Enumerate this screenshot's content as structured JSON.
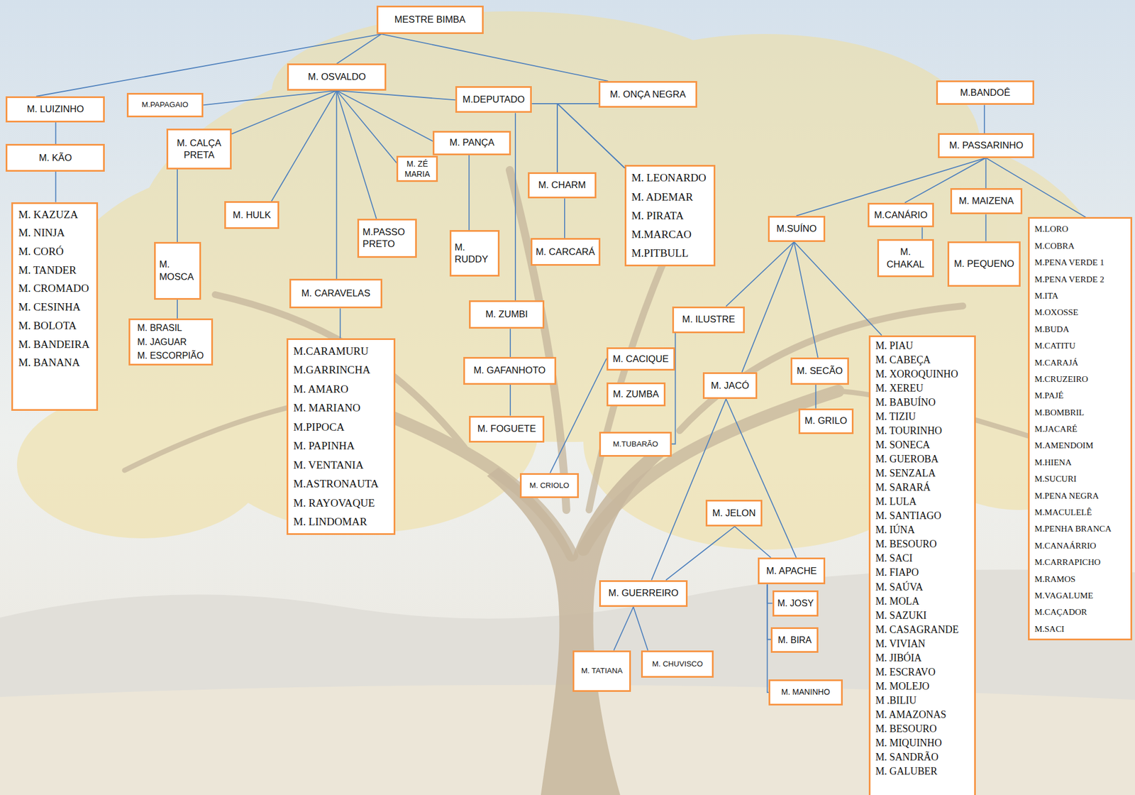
{
  "diagram": {
    "nodes": [
      {
        "text": [
          "MESTRE BIMBA"
        ]
      },
      {
        "text": [
          "M. OSVALDO"
        ]
      },
      {
        "text": [
          "M. LUIZINHO"
        ]
      },
      {
        "text": [
          "M.PAPAGAIO"
        ]
      },
      {
        "text": [
          "M.DEPUTADO"
        ]
      },
      {
        "text": [
          "M. ONÇA NEGRA"
        ]
      },
      {
        "text": [
          "M.BANDOÊ"
        ]
      },
      {
        "text": [
          "M. KÃO"
        ]
      },
      {
        "text": [
          "M. CALÇA PRETA"
        ]
      },
      {
        "text": [
          "M. PANÇA"
        ]
      },
      {
        "text": [
          "M. ZÉ MARIA"
        ]
      },
      {
        "text": [
          "M. PASSARINHO"
        ]
      },
      {
        "text": [
          "M. CHARM"
        ]
      },
      {
        "text": [
          "M. LEONARDO",
          "M. ADEMAR",
          "M. PIRATA",
          "M.MARCAO",
          "M.PITBULL"
        ]
      },
      {
        "text": [
          "M. KAZUZA",
          "M. NINJA",
          "M. CORÓ",
          "M. TANDER",
          "M. CROMADO",
          "M. CESINHA",
          "M. BOLOTA",
          "M. BANDEIRA",
          "M. BANANA"
        ]
      },
      {
        "text": [
          "M. HULK"
        ]
      },
      {
        "text": [
          "M.PASSO PRETO"
        ]
      },
      {
        "text": [
          "M. RUDDY"
        ]
      },
      {
        "text": [
          "M. CARCARÁ"
        ]
      },
      {
        "text": [
          "M. MOSCA"
        ]
      },
      {
        "text": [
          "M.SUÍNO"
        ]
      },
      {
        "text": [
          "M.CANÁRIO"
        ]
      },
      {
        "text": [
          "M. MAIZENA"
        ]
      },
      {
        "text": [
          "M.LORO",
          "M.COBRA",
          "M.PENA VERDE 1",
          "M.PENA VERDE 2",
          "M.ITA",
          "M.OXOSSE",
          "M.BUDA",
          "M.CATITU",
          "M.CARAJÁ",
          "M.CRUZEIRO",
          "M.PAJÉ",
          "M.BOMBRIL",
          "M.JACARÉ",
          "M.AMENDOIM",
          "M.HIENA",
          "M.SUCURI",
          "M.PENA NEGRA",
          "M.MACULELÊ",
          "M.PENHA BRANCA",
          "M.CANAÁRRIO",
          "M.CARRAPICHO",
          "M.RAMOS",
          "M.VAGALUME",
          "M.CAÇADOR",
          "M.SACI"
        ]
      },
      {
        "text": [
          "M. CHAKAL"
        ]
      },
      {
        "text": [
          "M. PEQUENO"
        ]
      },
      {
        "text": [
          "M. CARAVELAS"
        ]
      },
      {
        "text": [
          "M. ILUSTRE"
        ]
      },
      {
        "text": [
          "M. ZUMBI"
        ]
      },
      {
        "text": [
          "M. BRASIL",
          "M. JAGUAR",
          "M. ESCORPIÃO"
        ]
      },
      {
        "text": [
          "M.CARAMURU",
          "M.GARRINCHA",
          "M. AMARO",
          "M. MARIANO",
          "M.PIPOCA",
          "M. PAPINHA",
          "M. VENTANIA",
          "M.ASTRONAUTA",
          "M. RAYOVAQUE",
          "M. LINDOMAR"
        ]
      },
      {
        "text": [
          "M. CACIQUE"
        ]
      },
      {
        "text": [
          "M. GAFANHOTO"
        ]
      },
      {
        "text": [
          "M. SECÃO"
        ]
      },
      {
        "text": [
          "M. JACÓ"
        ]
      },
      {
        "text": [
          "M. ZUMBA"
        ]
      },
      {
        "text": [
          "M. GRILO"
        ]
      },
      {
        "text": [
          "M. PIAU",
          "M. CABEÇA",
          "M. XOROQUINHO",
          "M. XEREU",
          "M. BABUÍNO",
          "M. TIZIU",
          "M. TOURINHO",
          "M. SONECA",
          "M. GUEROBA",
          "M. SENZALA",
          "M. SARARÁ",
          "M. LULA",
          "M. SANTIAGO",
          "M. IÚNA",
          "M. BESOURO",
          "M. SACI",
          "M. FIAPO",
          "M. SAÚVA",
          "M. MOLA",
          "M. SAZUKI",
          "M. CASAGRANDE",
          "M. VIVIAN",
          "M. JIBÓIA",
          "M. ESCRAVO",
          "M. MOLEJO",
          "M .BILIU",
          "M. AMAZONAS",
          "M. BESOURO",
          "M. MIQUINHO",
          "M. SANDRÃO",
          "M. GALUBER"
        ]
      },
      {
        "text": [
          "M. FOGUETE"
        ]
      },
      {
        "text": [
          "M.TUBARÃO"
        ]
      },
      {
        "text": [
          "M. CRIOLO"
        ]
      },
      {
        "text": [
          "M. JELON"
        ]
      },
      {
        "text": [
          "M. APACHE"
        ]
      },
      {
        "text": [
          "M. GUERREIRO"
        ]
      },
      {
        "text": [
          "M. JOSY"
        ]
      },
      {
        "text": [
          "M. BIRA"
        ]
      },
      {
        "text": [
          "M. TATIANA"
        ]
      },
      {
        "text": [
          "M. CHUVISCO"
        ]
      },
      {
        "text": [
          "M. MANINHO"
        ]
      }
    ],
    "edges": [
      {
        "from": 0,
        "to": 2,
        "arrow": "none"
      },
      {
        "from": 0,
        "to": 1,
        "arrow": "none"
      },
      {
        "from": 0,
        "to": 5,
        "arrow": "none"
      },
      {
        "from": 2,
        "to": 7,
        "arrow": "none"
      },
      {
        "from": 7,
        "to": 14,
        "arrow": "none"
      },
      {
        "from": 1,
        "to": 3,
        "arrow": "none"
      },
      {
        "from": 1,
        "to": 8,
        "arrow": "none"
      },
      {
        "from": 1,
        "to": 15,
        "arrow": "none"
      },
      {
        "from": 1,
        "to": 26,
        "arrow": "none"
      },
      {
        "from": 1,
        "to": 16,
        "arrow": "none"
      },
      {
        "from": 1,
        "to": 10,
        "arrow": "none"
      },
      {
        "from": 1,
        "to": 9,
        "arrow": "none"
      },
      {
        "from": 1,
        "to": 4,
        "arrow": "none"
      },
      {
        "from": 8,
        "to": 19,
        "arrow": "none"
      },
      {
        "from": 19,
        "to": 29,
        "arrow": "none"
      },
      {
        "from": 26,
        "to": 30,
        "arrow": "none"
      },
      {
        "from": 9,
        "to": 17,
        "arrow": "none"
      },
      {
        "from": 4,
        "to": 28,
        "arrow": "none"
      },
      {
        "from": 28,
        "to": 32,
        "arrow": "none"
      },
      {
        "from": 32,
        "to": 38,
        "arrow": "none"
      },
      {
        "from": 4,
        "to": 12,
        "arrow": "none"
      },
      {
        "from": 4,
        "to": 13,
        "arrow": "none"
      },
      {
        "from": 5,
        "to": 12,
        "arrow": "none"
      },
      {
        "from": 5,
        "to": 13,
        "arrow": "none"
      },
      {
        "from": 12,
        "to": 18,
        "arrow": "none"
      },
      {
        "from": 6,
        "to": 11,
        "arrow": "none"
      },
      {
        "from": 11,
        "to": 20,
        "arrow": "none"
      },
      {
        "from": 11,
        "to": 21,
        "arrow": "none"
      },
      {
        "from": 11,
        "to": 22,
        "arrow": "none"
      },
      {
        "from": 11,
        "to": 23,
        "arrow": "none"
      },
      {
        "from": 21,
        "to": 24,
        "arrow": "none"
      },
      {
        "from": 22,
        "to": 25,
        "arrow": "none"
      },
      {
        "from": 20,
        "to": 27,
        "arrow": "none"
      },
      {
        "from": 20,
        "to": 34,
        "arrow": "none"
      },
      {
        "from": 20,
        "to": 33,
        "arrow": "none"
      },
      {
        "from": 20,
        "to": 37,
        "arrow": "none"
      },
      {
        "from": 27,
        "to": 39,
        "arrow": "none"
      },
      {
        "from": 31,
        "to": 40,
        "arrow": "none"
      },
      {
        "from": 33,
        "to": 36,
        "arrow": "none"
      },
      {
        "from": 34,
        "to": 43,
        "arrow": "none"
      },
      {
        "from": 34,
        "to": 42,
        "arrow": "none"
      },
      {
        "from": 41,
        "to": 43,
        "arrow": "none"
      },
      {
        "from": 41,
        "to": 42,
        "arrow": "none"
      },
      {
        "from": 43,
        "to": 46,
        "arrow": "none"
      },
      {
        "from": 43,
        "to": 47,
        "arrow": "none"
      },
      {
        "from": 42,
        "to": 44,
        "arrow": "none"
      },
      {
        "from": 42,
        "to": 45,
        "arrow": "none"
      },
      {
        "from": 42,
        "to": 48,
        "arrow": "none"
      }
    ]
  }
}
